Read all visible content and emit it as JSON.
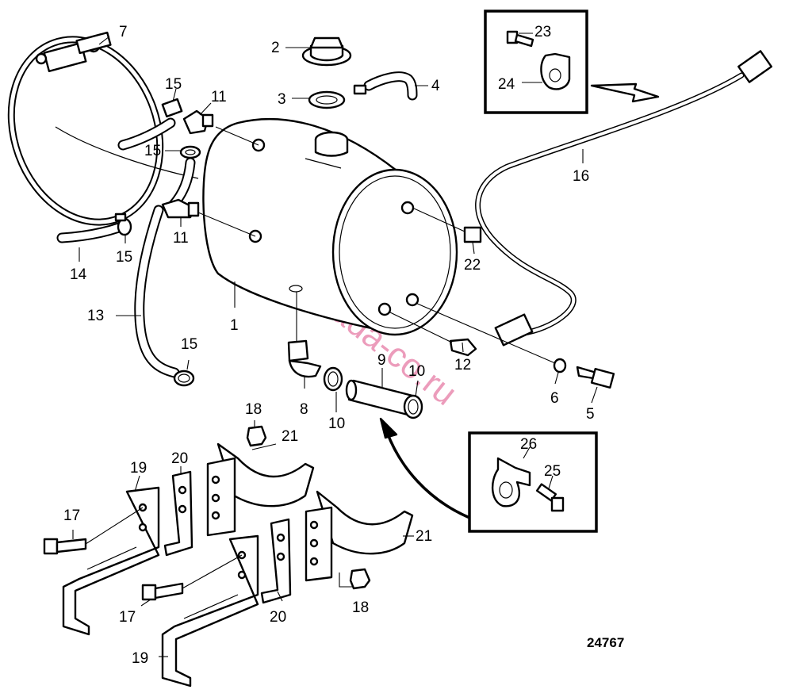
{
  "figure_number": "24767",
  "watermark": "armada-co.ru",
  "labels": {
    "tank": "1",
    "cap": "2",
    "seal_ring": "3",
    "hose_4": "4",
    "fitting_5": "5",
    "washer_6": "6",
    "clamp_band": "7",
    "elbow_8": "8",
    "tube_9": "9",
    "clip_10_left": "10",
    "clip_10_right": "10",
    "nipple_11_top": "11",
    "nipple_11_bottom": "11",
    "connector_12": "12",
    "hose_13": "13",
    "hose_14": "14",
    "clamp_15_a": "15",
    "clamp_15_b": "15",
    "clamp_15_c": "15",
    "clamp_15_d": "15",
    "hose_16": "16",
    "bolt_17_a": "17",
    "bolt_17_b": "17",
    "nut_18_a": "18",
    "nut_18_b": "18",
    "bracket_19_a": "19",
    "bracket_19_b": "19",
    "plate_20_a": "20",
    "plate_20_b": "20",
    "saddle_21_a": "21",
    "saddle_21_b": "21",
    "plug_22": "22",
    "bolt_23": "23",
    "clip_24": "24",
    "bolt_25": "25",
    "clip_26": "26"
  }
}
